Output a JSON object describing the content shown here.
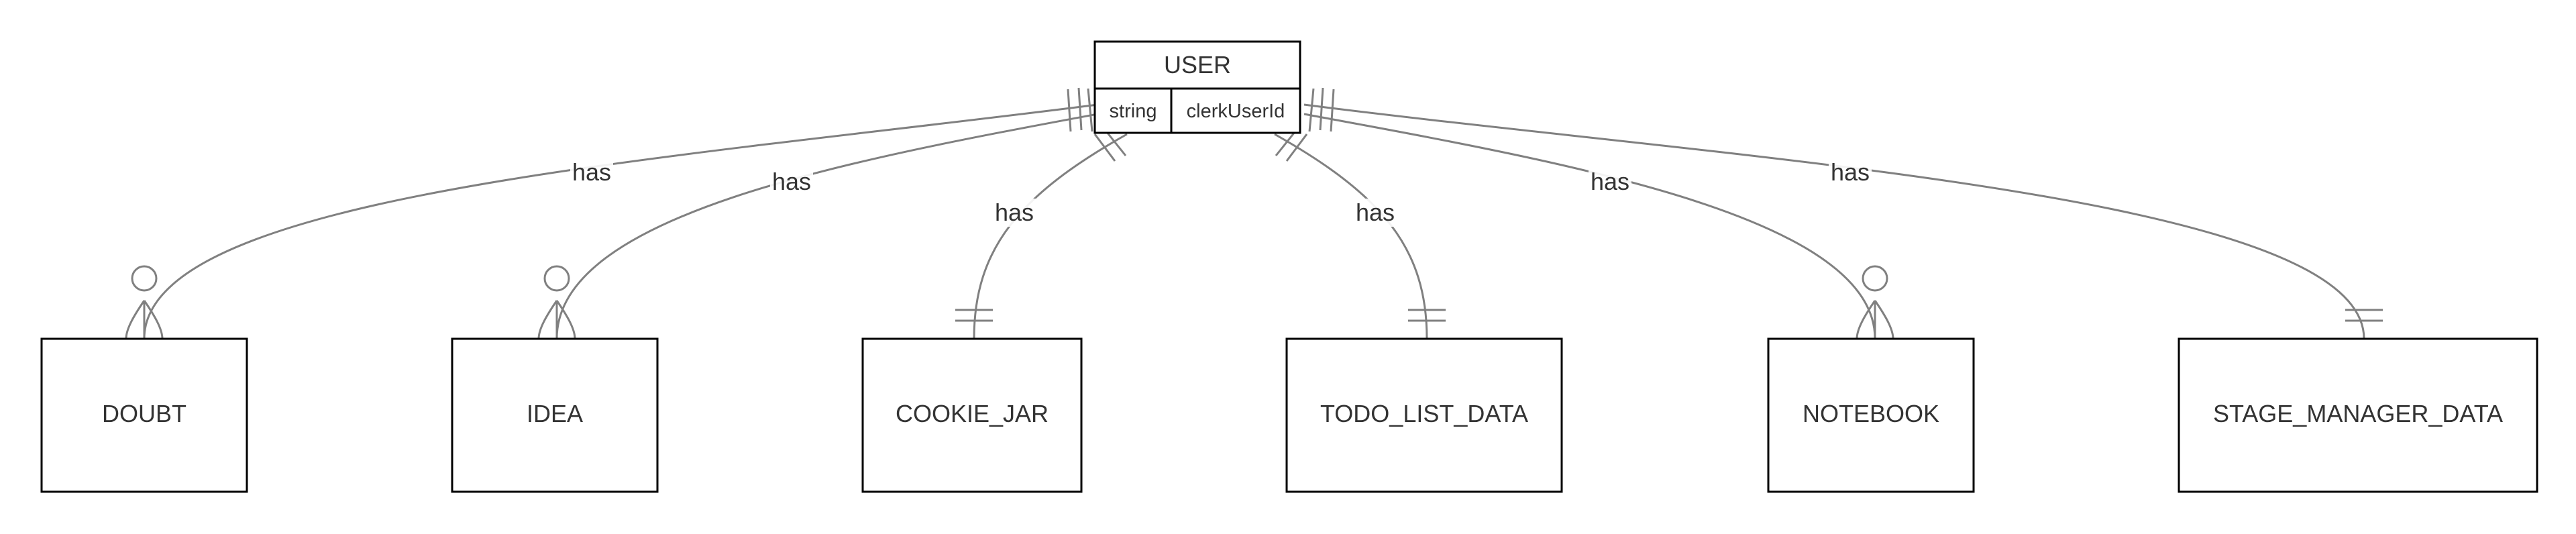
{
  "user": {
    "name": "USER",
    "attributes": [
      {
        "type": "string",
        "name": "clerkUserId"
      }
    ]
  },
  "entities": [
    {
      "name": "DOUBT"
    },
    {
      "name": "IDEA"
    },
    {
      "name": "COOKIE_JAR"
    },
    {
      "name": "TODO_LIST_DATA"
    },
    {
      "name": "NOTEBOOK"
    },
    {
      "name": "STAGE_MANAGER_DATA"
    }
  ],
  "relationships": [
    {
      "label": "has",
      "from": "USER",
      "to": "DOUBT",
      "from_card": "exactly-one",
      "to_card": "zero-or-more"
    },
    {
      "label": "has",
      "from": "USER",
      "to": "IDEA",
      "from_card": "exactly-one",
      "to_card": "zero-or-more"
    },
    {
      "label": "has",
      "from": "USER",
      "to": "COOKIE_JAR",
      "from_card": "exactly-one",
      "to_card": "exactly-one"
    },
    {
      "label": "has",
      "from": "USER",
      "to": "TODO_LIST_DATA",
      "from_card": "exactly-one",
      "to_card": "exactly-one"
    },
    {
      "label": "has",
      "from": "USER",
      "to": "NOTEBOOK",
      "from_card": "exactly-one",
      "to_card": "zero-or-more"
    },
    {
      "label": "has",
      "from": "USER",
      "to": "STAGE_MANAGER_DATA",
      "from_card": "exactly-one",
      "to_card": "exactly-one"
    }
  ],
  "colors": {
    "line": "#808080",
    "border": "#000000",
    "text": "#333333",
    "background": "#ffffff"
  }
}
